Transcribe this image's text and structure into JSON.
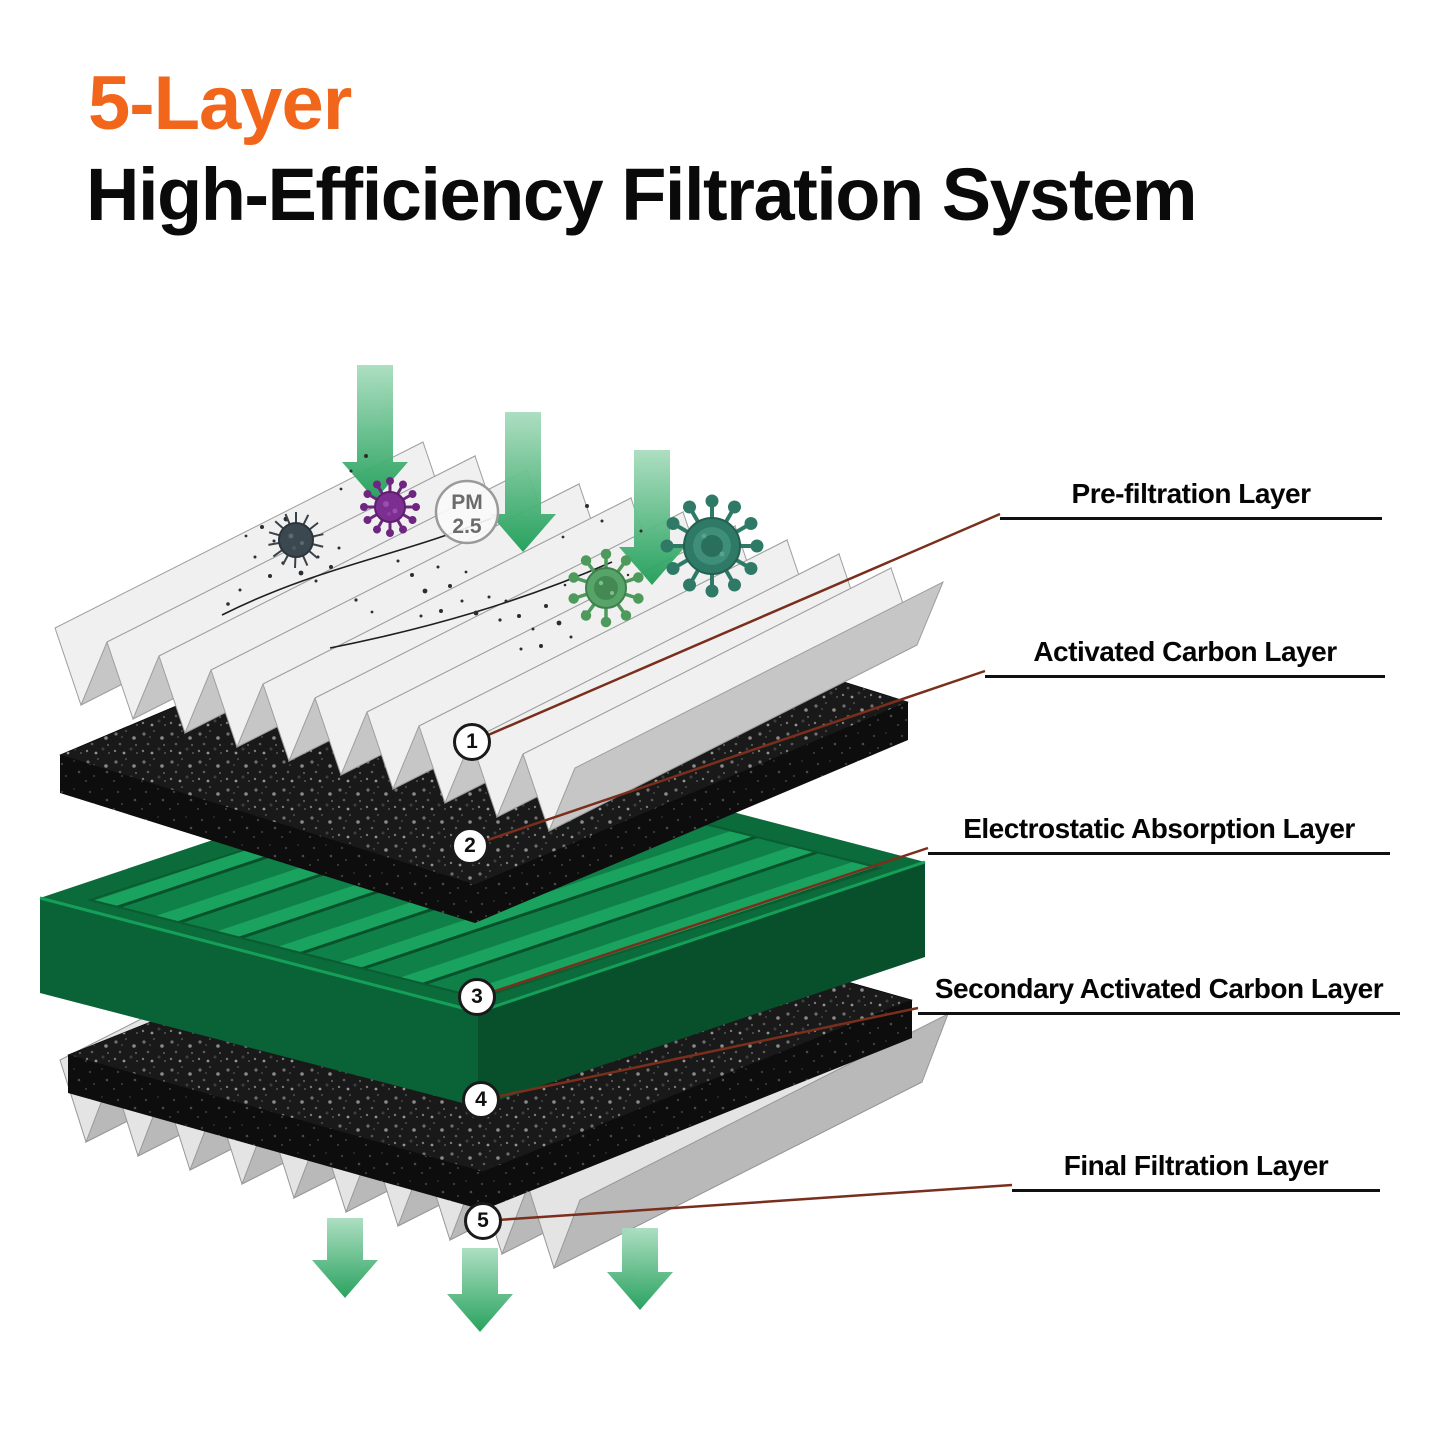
{
  "title": {
    "accent": "5-Layer",
    "main": "High-Efficiency Filtration System"
  },
  "diagram": {
    "pm_badge": {
      "line1": "PM",
      "line2": "2.5"
    },
    "layers": [
      {
        "num": "1",
        "label": "Pre-filtration Layer"
      },
      {
        "num": "2",
        "label": "Activated Carbon Layer"
      },
      {
        "num": "3",
        "label": "Electrostatic Absorption Layer"
      },
      {
        "num": "4",
        "label": "Secondary Activated Carbon Layer"
      },
      {
        "num": "5",
        "label": "Final Filtration Layer"
      }
    ],
    "icons": [
      "down-arrow-icon",
      "virus-icon",
      "dust-particles-icon",
      "pm25-badge"
    ]
  },
  "colors": {
    "accent_orange": "#F2661B",
    "arrow_green": "#2FA85C",
    "tray_green": "#0E8048",
    "carbon_black": "#191919",
    "leader_line": "#7A2F1D",
    "underline": "#101010"
  }
}
